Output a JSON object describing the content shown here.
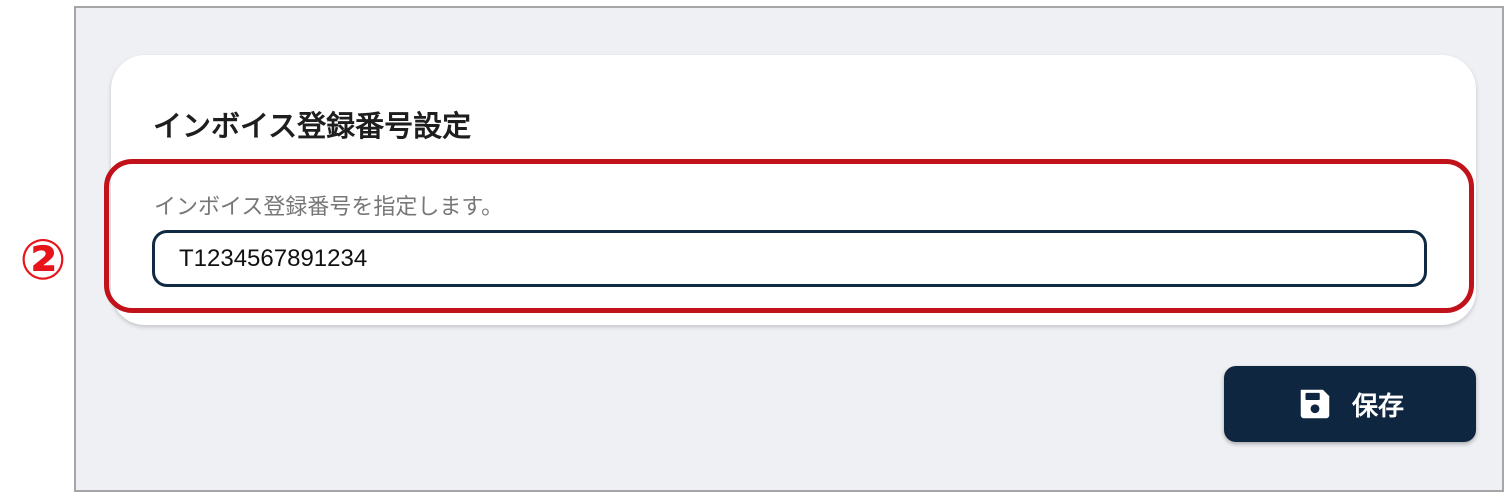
{
  "annotation": {
    "marker": "②",
    "highlight_color": "#c1121c",
    "marker_color": "#e8141c"
  },
  "invoice_settings": {
    "title": "インボイス登録番号設定",
    "description": "インボイス登録番号を指定します。",
    "registration_number_value": "T1234567891234"
  },
  "actions": {
    "save_label": "保存",
    "save_icon": "floppy-disk-icon"
  },
  "colors": {
    "primary_dark": "#0f2640",
    "page_background": "#eef0f4",
    "card_background": "#ffffff"
  }
}
